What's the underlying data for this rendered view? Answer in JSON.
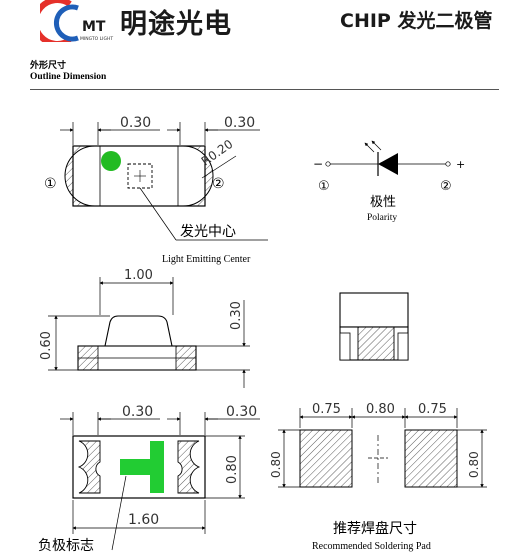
{
  "header": {
    "logo_text": "MT",
    "logo_sub": "MINGTO LIGHT",
    "brand": "明途光电",
    "product": "CHIP 发光二极管"
  },
  "section": {
    "title_zh": "外形尺寸",
    "title_en": "Outline Dimension"
  },
  "top_view": {
    "dim_left": "0.30",
    "dim_right": "0.30",
    "radius": "R0.20",
    "pin1": "①",
    "pin2": "②",
    "center_zh": "发光中心",
    "center_en": "Light Emitting Center",
    "led_color": "#22bb22"
  },
  "polarity": {
    "minus": "−",
    "plus": "+",
    "pin1": "①",
    "pin2": "②",
    "label_zh": "极性",
    "label_en": "Polarity"
  },
  "side_view": {
    "dim_top": "1.00",
    "dim_height": "0.60",
    "dim_right": "0.30"
  },
  "bottom_view": {
    "dim_left": "0.30",
    "dim_right": "0.30",
    "dim_height": "0.80",
    "dim_length": "1.60",
    "cathode_mark": "负极标志",
    "mark_color": "#22cc33"
  },
  "soldering_pad": {
    "dim_a": "0.75",
    "dim_b": "0.80",
    "dim_c": "0.75",
    "dim_left_h": "0.80",
    "dim_right_h": "0.80",
    "label_zh": "推荐焊盘尺寸",
    "label_en": "Recommended Soldering Pad"
  }
}
